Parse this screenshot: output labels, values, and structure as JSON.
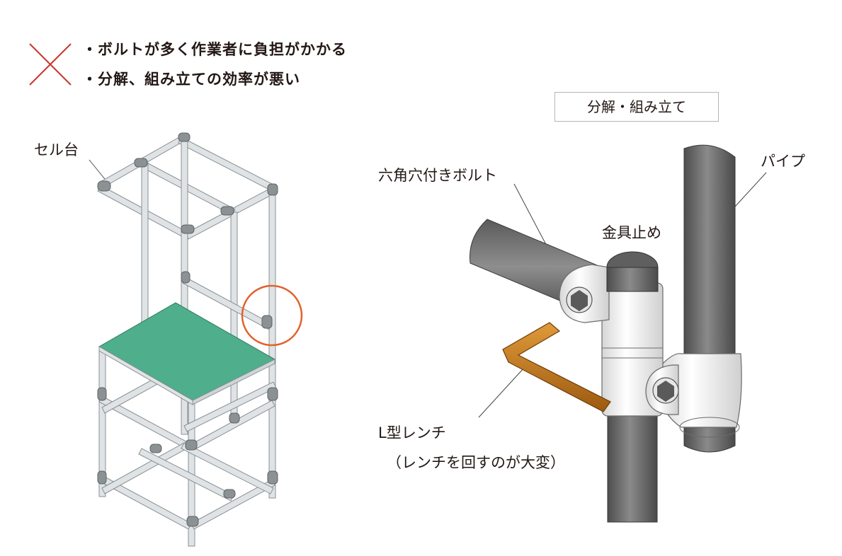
{
  "header": {
    "mark": "×",
    "notes": [
      "・ボルトが多く作業者に負担がかかる",
      "・分解、組み立ての効率が悪い"
    ]
  },
  "left_diagram": {
    "label": "セル台"
  },
  "right_diagram": {
    "box_label": "分解・組み立て",
    "labels": {
      "bolt": "六角穴付きボルト",
      "pipe": "パイプ",
      "clamp": "金具止め",
      "wrench": "L型レンチ",
      "wrench_note": "（レンチを回すのが大変）"
    }
  },
  "colors": {
    "cross": "#c8382f",
    "highlight_circle": "#e2622b",
    "shelf_top": "#4fae8c",
    "wrench": "#c97c1c",
    "pipe": "#6b6b6b",
    "frame_pipe": "#cfd4d6"
  }
}
